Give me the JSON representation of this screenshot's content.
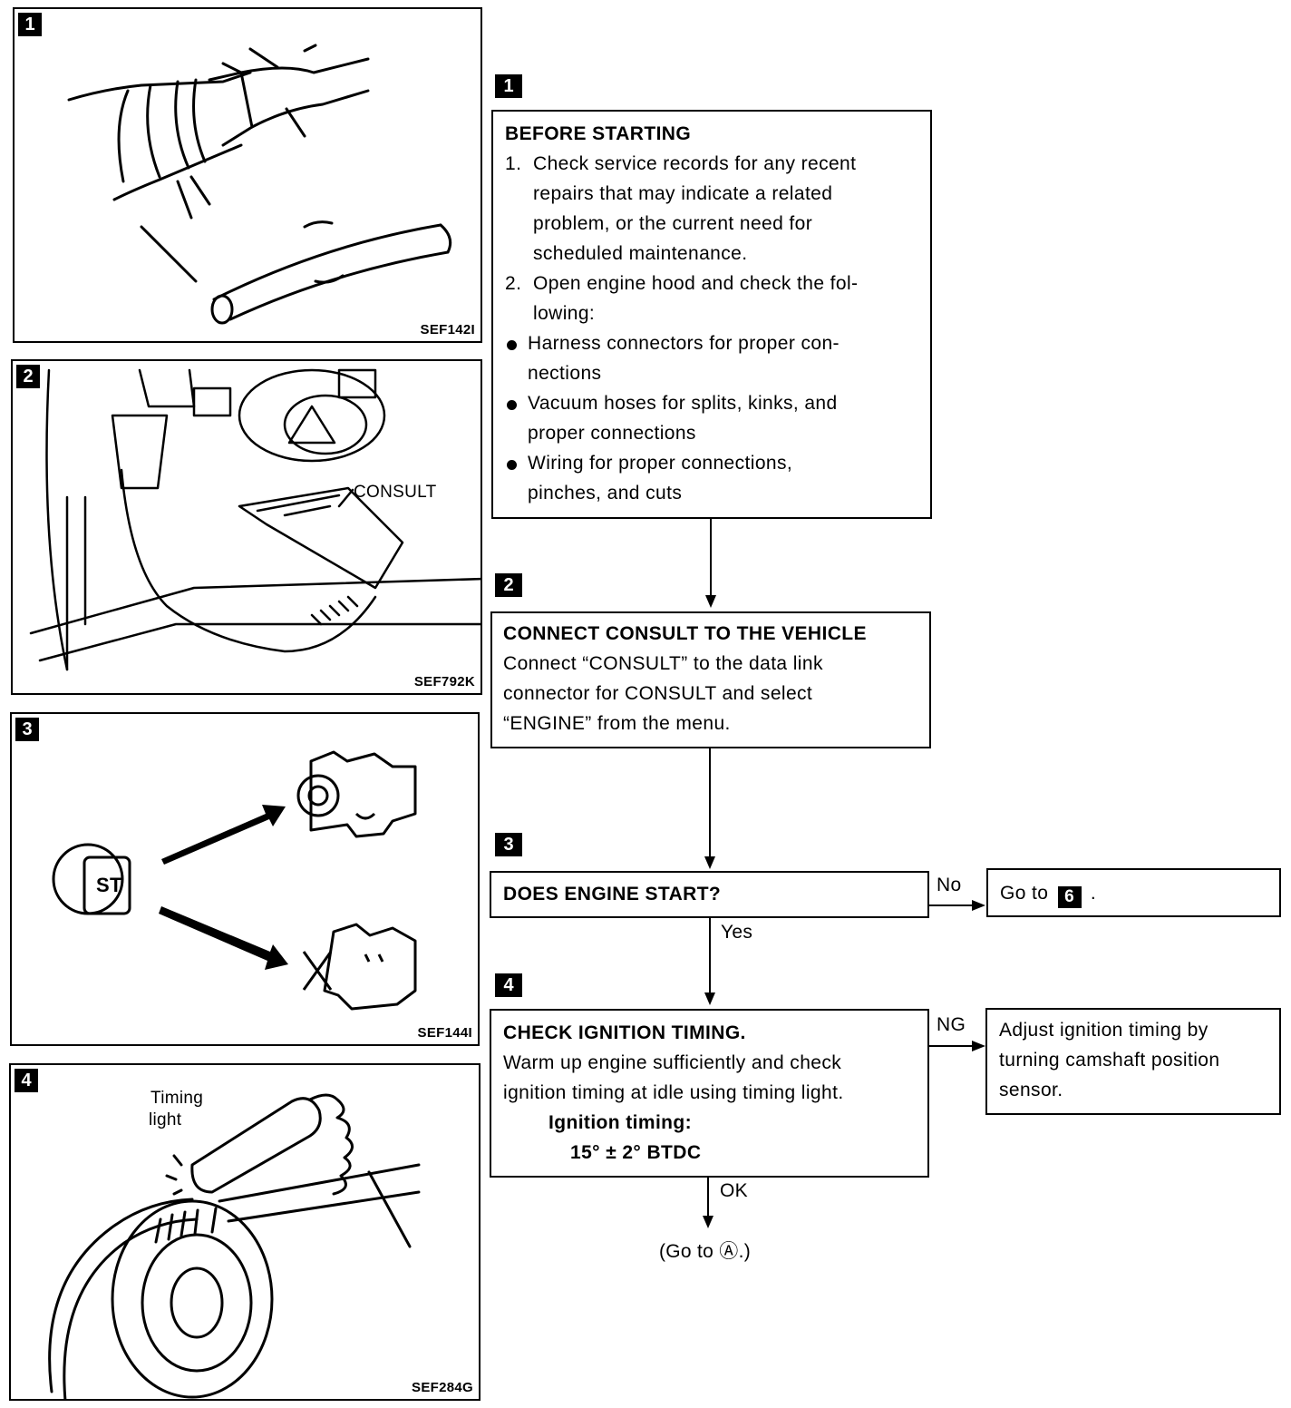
{
  "panels": [
    {
      "badge": "1",
      "code": "SEF142I"
    },
    {
      "badge": "2",
      "code": "SEF792K",
      "callout": "CONSULT"
    },
    {
      "badge": "3",
      "code": "SEF144I",
      "key_label": "ST"
    },
    {
      "badge": "4",
      "code": "SEF284G",
      "callout_line1": "Timing",
      "callout_line2": "light"
    }
  ],
  "steps": {
    "s1": {
      "badge": "1",
      "heading": "BEFORE STARTING",
      "item1_num": "1.",
      "item1_lines": [
        "Check service records for any recent",
        "repairs that may indicate a related",
        "problem, or the current need for",
        "scheduled maintenance."
      ],
      "item2_num": "2.",
      "item2_lines": [
        "Open engine hood and check the fol-",
        "lowing:"
      ],
      "bullets": [
        [
          "Harness connectors for proper con-",
          "nections"
        ],
        [
          "Vacuum hoses for splits, kinks, and",
          "proper connections"
        ],
        [
          "Wiring for proper connections,",
          "pinches, and cuts"
        ]
      ]
    },
    "s2": {
      "badge": "2",
      "heading": "CONNECT CONSULT TO THE VEHICLE",
      "lines": [
        "Connect “CONSULT” to the data link",
        "connector for CONSULT and select",
        "“ENGINE” from the menu."
      ]
    },
    "s3": {
      "badge": "3",
      "heading": "DOES ENGINE START?",
      "no_label": "No",
      "yes_label": "Yes",
      "goto_text": "Go to",
      "goto_badge": "6",
      "goto_end": "."
    },
    "s4": {
      "badge": "4",
      "heading": "CHECK IGNITION TIMING.",
      "lines": [
        "Warm up engine sufficiently and check",
        "ignition timing at idle using timing light."
      ],
      "spec_label": "Ignition timing:",
      "spec_value": "15° ± 2° BTDC",
      "ng_label": "NG",
      "ng_lines": [
        "Adjust ignition timing by",
        "turning camshaft position",
        "sensor."
      ],
      "ok_label": "OK",
      "ok_target": "(Go to Ⓐ.)"
    }
  }
}
